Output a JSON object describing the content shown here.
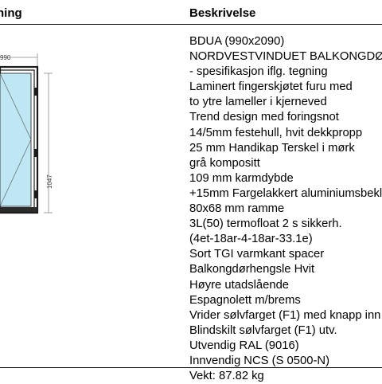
{
  "header": {
    "left_label": "ning",
    "right_label": "Beskrivelse"
  },
  "drawing": {
    "width_label": "990",
    "height_label": "1047",
    "glass_color": "#bfe6f3",
    "frame_color": "#1a1a1a",
    "dimension_color": "#8a8a8a"
  },
  "description": [
    "BDUA (990x2090)",
    "NORDVESTVINDUET BALKONGDØ",
    "- spesifikasjon iflg. tegning",
    "Laminert fingerskjøtet furu med",
    "to ytre lameller i kjerneved",
    "Trend design med foringsnot",
    "14/5mm festehull, hvit dekkpropp",
    "25 mm Handikap Terskel i mørk",
    "grå kompositt",
    "109 mm karmdybde",
    "+15mm Fargelakkert aluminiumsbekl",
    "80x68 mm ramme",
    "3L(50) termofloat 2 s sikkerh.",
    "(4et-18ar-4-18ar-33.1e)",
    "Sort TGI varmkant spacer",
    "Balkongdørhengsle Hvit",
    "Høyre utadslående",
    "Espagnolett m/brems",
    "Vrider sølvfarget (F1) med knapp inn",
    "Blindskilt sølvfarget (F1) utv.",
    "Utvendig RAL (9016)",
    "Innvendig NCS (S 0500-N)",
    "Vekt: 87.82 kg"
  ]
}
